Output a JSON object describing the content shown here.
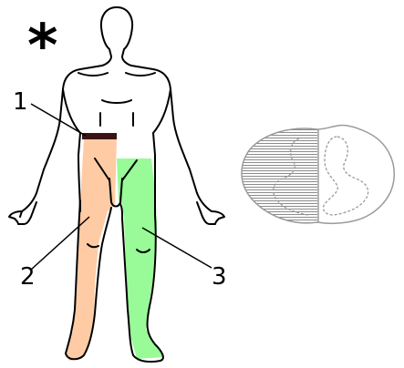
{
  "diagram": {
    "marker_symbol": "*",
    "callouts": [
      {
        "id": "1",
        "label": "1"
      },
      {
        "id": "2",
        "label": "2"
      },
      {
        "id": "3",
        "label": "3"
      }
    ],
    "colors": {
      "outline": "#000000",
      "band_1": "#3a1414",
      "region_2": "#ffcba4",
      "region_3": "#98fb98",
      "cord_outline": "#9a9a9a",
      "cord_hatch": "#8c8c8c"
    },
    "icons": [
      "human-figure-icon",
      "spinal-cord-section-icon"
    ]
  }
}
